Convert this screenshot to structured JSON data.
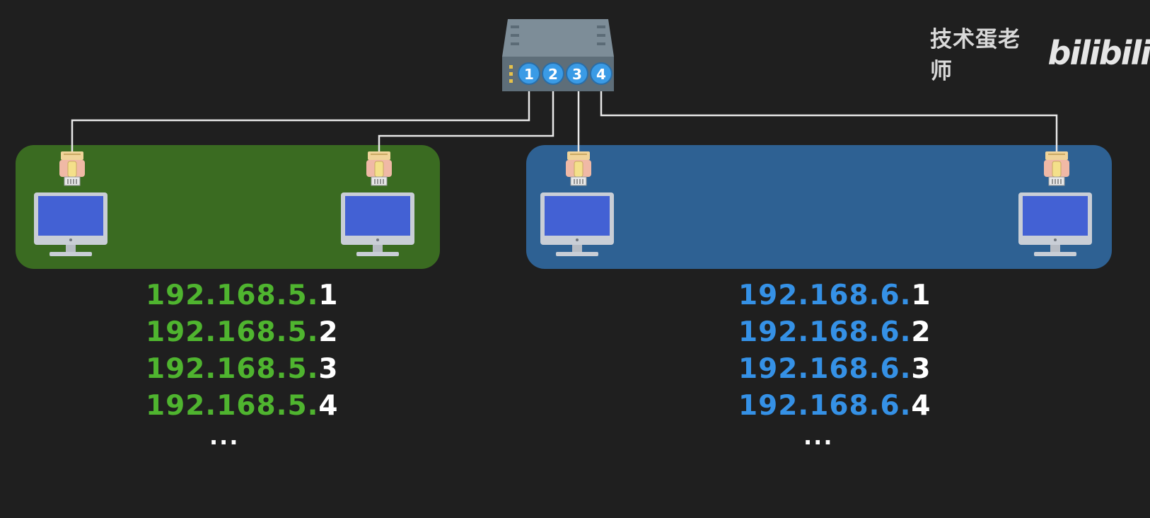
{
  "watermark": {
    "author": "技术蛋老师",
    "logo": "bilibili"
  },
  "switch": {
    "ports": [
      "1",
      "2",
      "3",
      "4"
    ]
  },
  "colors": {
    "background": "#1f1f1f",
    "subnet_green": "#3a6b21",
    "subnet_blue": "#2e6193",
    "ip_green": "#4fb42f",
    "ip_blue": "#3591e6",
    "screen": "#4361d4"
  },
  "subnets": [
    {
      "prefix": "192.168.5.",
      "hosts": [
        "1",
        "2",
        "3",
        "4"
      ],
      "ellipsis": "..."
    },
    {
      "prefix": "192.168.6.",
      "hosts": [
        "1",
        "2",
        "3",
        "4"
      ],
      "ellipsis": "..."
    }
  ]
}
